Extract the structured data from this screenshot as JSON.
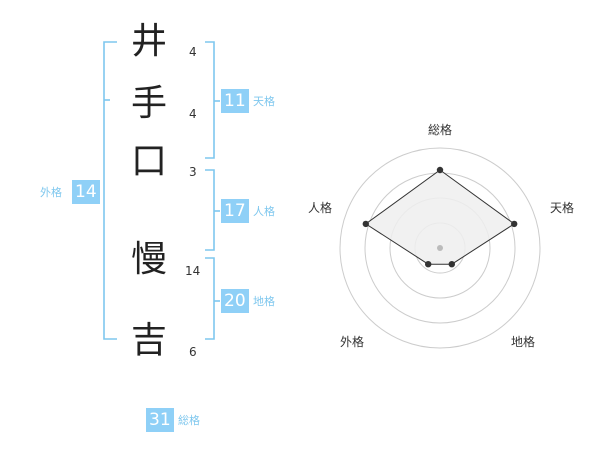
{
  "name": {
    "characters": [
      {
        "char": "井",
        "strokes": "4"
      },
      {
        "char": "手",
        "strokes": "4"
      },
      {
        "char": "口",
        "strokes": "3"
      },
      {
        "char": "慢",
        "strokes": "14"
      },
      {
        "char": "吉",
        "strokes": "6"
      }
    ]
  },
  "fortunes": {
    "tenkaku": {
      "value": "11",
      "label": "天格"
    },
    "jinkaku": {
      "value": "17",
      "label": "人格"
    },
    "chikaku": {
      "value": "20",
      "label": "地格"
    },
    "gaikaku": {
      "value": "14",
      "label": "外格"
    },
    "soukaku": {
      "value": "31",
      "label": "総格"
    }
  },
  "colors": {
    "bracket": "#7ec7ee",
    "badge_bg": "#8fd0f7",
    "badge_text": "#ffffff",
    "grid": "#cccccc",
    "polygon_fill": "#eeeeee",
    "polygon_stroke": "#333333"
  },
  "chart_data": {
    "type": "radar",
    "axes": [
      "総格",
      "天格",
      "地格",
      "外格",
      "人格"
    ],
    "values": [
      0.78,
      0.78,
      0.2,
      0.2,
      0.78
    ],
    "rings": 4,
    "scale_max": 1
  }
}
